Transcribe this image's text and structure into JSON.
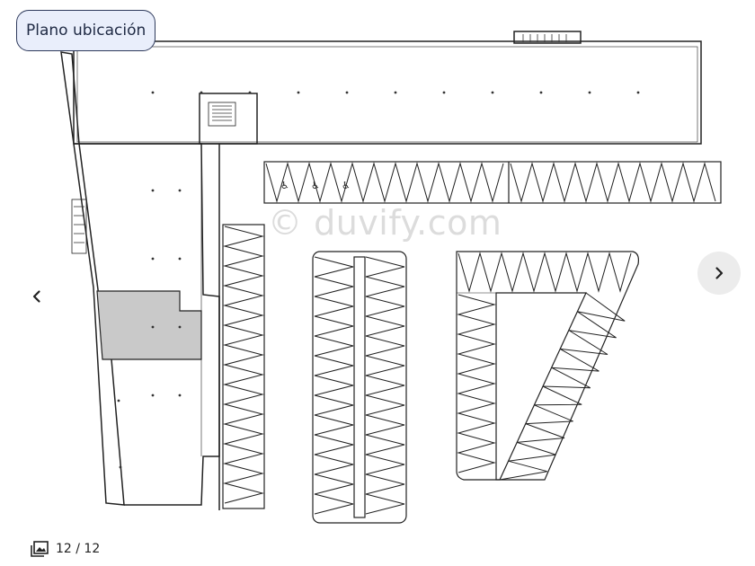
{
  "viewer": {
    "badge_label": "Plano ubicación",
    "watermark": "© duvify.com",
    "counter": {
      "current": 12,
      "total": 12,
      "text": "12 / 12"
    },
    "icons": {
      "prev": "chevron-left-icon",
      "next": "chevron-right-icon",
      "gallery": "image-gallery-icon"
    }
  },
  "colors": {
    "line": "#222222",
    "shaded_area": "#c9c9c9",
    "next_button_bg": "#ececec"
  }
}
